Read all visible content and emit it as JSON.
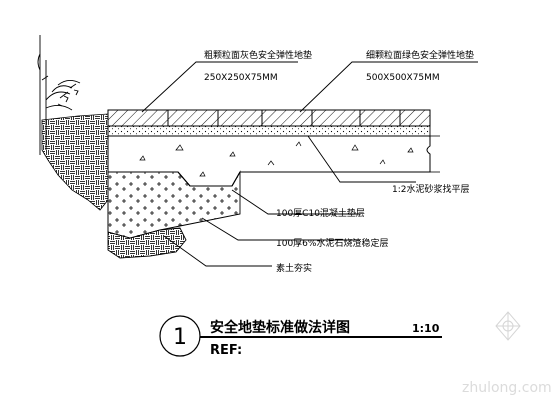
{
  "labels": {
    "coarse_pad_name": "粗颗粒面灰色安全弹性地垫",
    "coarse_pad_size": "250X250X75MM",
    "fine_pad_name": "细颗粒面绿色安全弹性地垫",
    "fine_pad_size": "500X500X75MM",
    "mortar_layer": "1:2水泥砂浆找平层",
    "concrete_layer": "100厚C10混凝土垫层",
    "stabilized_layer": "100厚6%水泥石烧渣稳定层",
    "soil_layer": "素土夯实"
  },
  "title_block": {
    "number": "1",
    "title": "安全地垫标准做法详图",
    "scale": "1:10",
    "ref": "REF:"
  },
  "watermark": "zhulong.com"
}
